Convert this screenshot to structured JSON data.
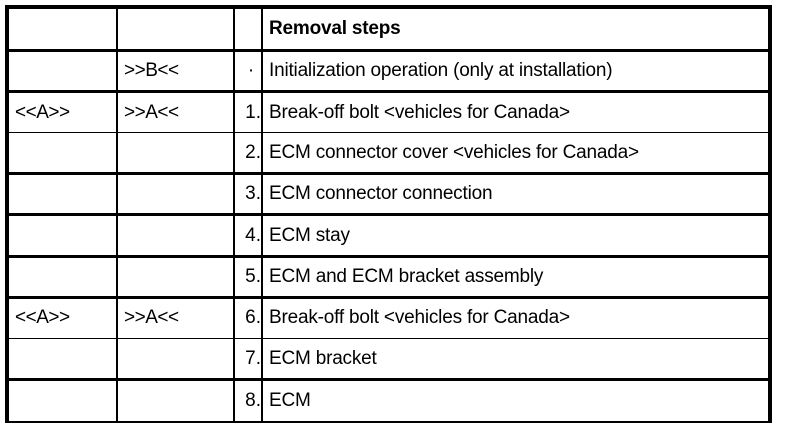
{
  "table": {
    "columns": [
      "",
      "",
      "",
      "Removal steps"
    ],
    "header": {
      "marker_a": "",
      "marker_b": "",
      "num": "",
      "desc": "Removal steps"
    },
    "rows": [
      {
        "marker_a": "",
        "marker_b": ">>B<<",
        "num": "·",
        "desc": "Initialization operation (only at installation)"
      },
      {
        "marker_a": "<<A>>",
        "marker_b": ">>A<<",
        "num": "1.",
        "desc": "Break-off bolt <vehicles for Canada>"
      },
      {
        "marker_a": "",
        "marker_b": "",
        "num": "2.",
        "desc": "ECM connector cover <vehicles for Canada>"
      },
      {
        "marker_a": "",
        "marker_b": "",
        "num": "3.",
        "desc": "ECM connector connection"
      },
      {
        "marker_a": "",
        "marker_b": "",
        "num": "4.",
        "desc": "ECM stay"
      },
      {
        "marker_a": "",
        "marker_b": "",
        "num": "5.",
        "desc": "ECM and ECM bracket assembly"
      },
      {
        "marker_a": "<<A>>",
        "marker_b": ">>A<<",
        "num": "6.",
        "desc": "Break-off bolt <vehicles for Canada>"
      },
      {
        "marker_a": "",
        "marker_b": "",
        "num": "7.",
        "desc": "ECM bracket"
      },
      {
        "marker_a": "",
        "marker_b": "",
        "num": "8.",
        "desc": "ECM"
      }
    ]
  },
  "style": {
    "border_color": "#000000",
    "background": "#ffffff",
    "text_color": "#000000"
  }
}
